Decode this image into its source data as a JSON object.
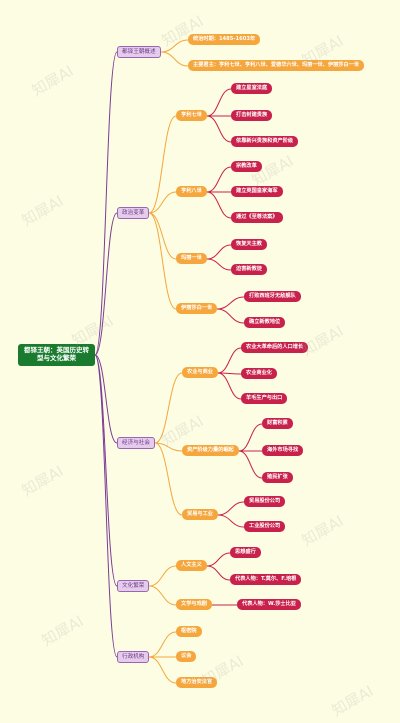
{
  "root": "都铎王朝：英国历史转型与文化繁荣",
  "watermark": "知犀AI",
  "colors": {
    "root": "#1a7a2e",
    "level1_line": "#7a3c96",
    "level2": "#f5a63c",
    "level3": "#c8214b"
  },
  "branches": [
    {
      "label": "都铎王朝概述",
      "children": [
        {
          "label": "统治时期：1485-1603年",
          "children": []
        },
        {
          "label": "主要君主：亨利七世、亨利八世、爱德华六世、玛丽一世、伊丽莎白一世",
          "children": []
        }
      ]
    },
    {
      "label": "政治变革",
      "children": [
        {
          "label": "亨利七世",
          "children": [
            "建立星室法庭",
            "打击封建贵族",
            "依靠新兴贵族和资产阶级"
          ]
        },
        {
          "label": "亨利八世",
          "children": [
            "宗教改革",
            "建立英国皇家海军",
            "通过《至尊法案》"
          ]
        },
        {
          "label": "玛丽一世",
          "children": [
            "恢复天主教",
            "迫害新教徒"
          ]
        },
        {
          "label": "伊丽莎白一世",
          "children": [
            "打败西班牙无敌舰队",
            "确立新教地位"
          ]
        }
      ]
    },
    {
      "label": "经济与社会",
      "children": [
        {
          "label": "农业与商业",
          "children": [
            "农业大革命后的人口增长",
            "农业商业化",
            "羊毛生产与出口"
          ]
        },
        {
          "label": "资产阶级力量的崛起",
          "children": [
            "财富积累",
            "海外市场寻找",
            "殖民扩张"
          ]
        },
        {
          "label": "贸易与工业",
          "children": [
            "贸易股份公司",
            "工业股份公司"
          ]
        }
      ]
    },
    {
      "label": "文化繁荣",
      "children": [
        {
          "label": "人文主义",
          "children": [
            "思想盛行",
            "代表人物：T.莫尔、F.培根"
          ]
        },
        {
          "label": "文学与戏剧",
          "children": [
            "代表人物：W.莎士比亚"
          ]
        }
      ]
    },
    {
      "label": "行政机构",
      "children": [
        {
          "label": "枢密院",
          "children": []
        },
        {
          "label": "议会",
          "children": []
        },
        {
          "label": "地方治安法官",
          "children": []
        }
      ]
    }
  ]
}
